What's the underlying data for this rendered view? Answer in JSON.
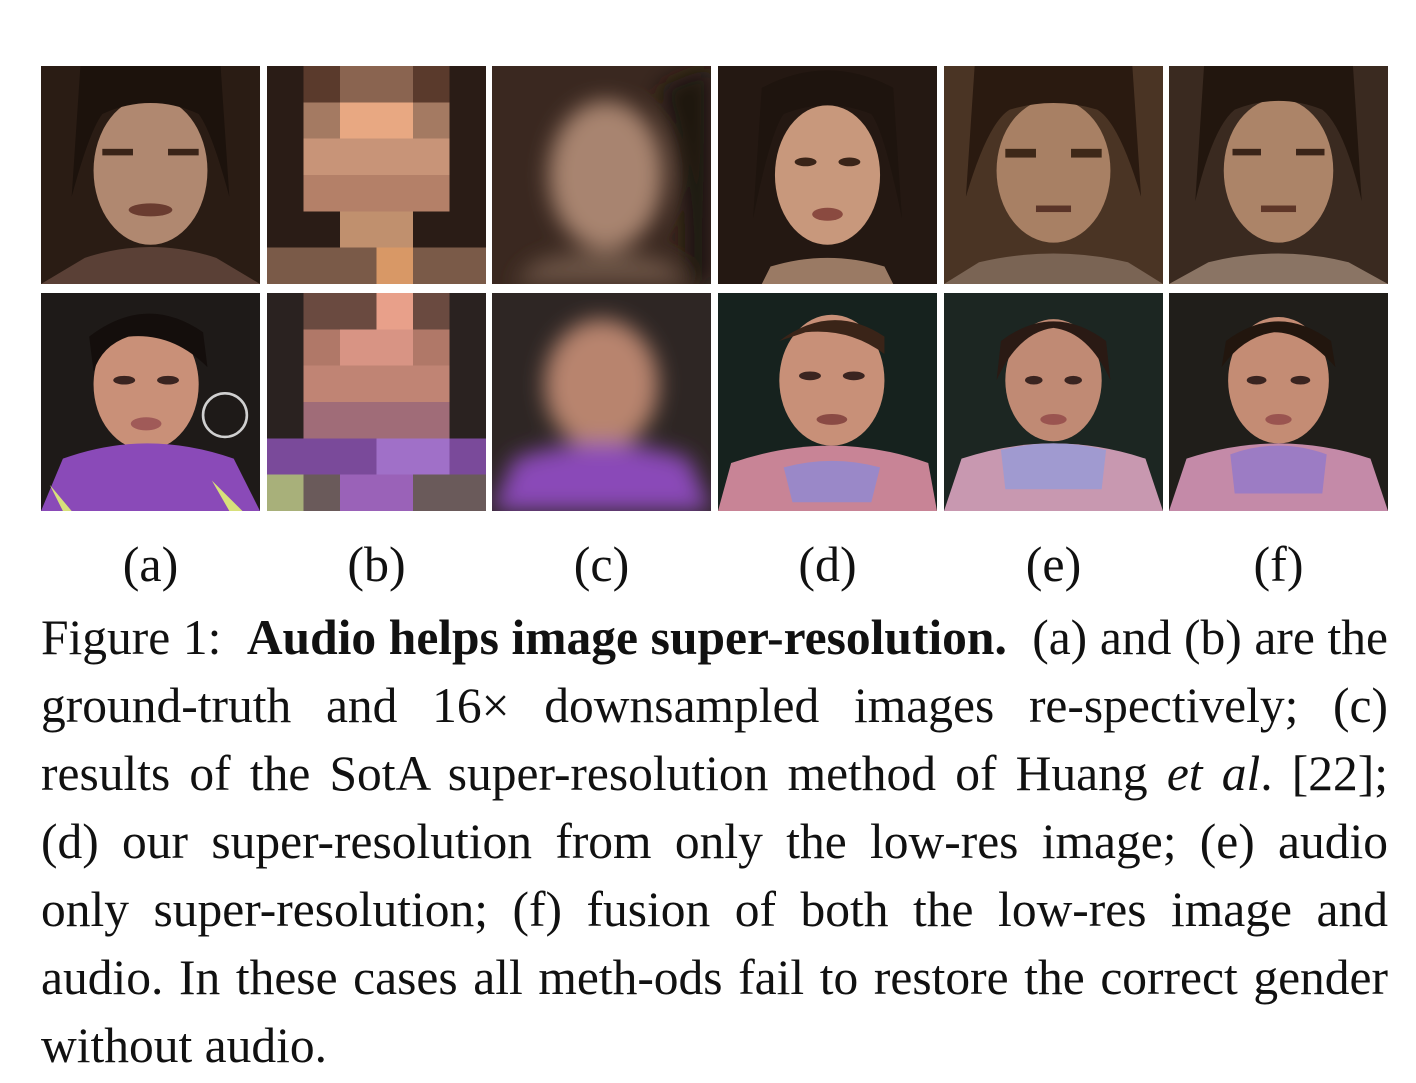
{
  "panel_labels": [
    "(a)",
    "(b)",
    "(c)",
    "(d)",
    "(e)",
    "(f)"
  ],
  "caption": {
    "figure_label": "Figure 1:",
    "title": "Audio helps image super-resolution.",
    "seg1": "(a) and (b) are the ground-truth and 16× downsampled images re-spectively; (c) results of the SotA super-resolution method of Huang",
    "et_al": "et al",
    "seg2": ". [22]; (d) our super-resolution from only the low-res image; (e) audio only super-resolution; (f) fusion of both the low-res image and audio. In these cases all meth-ods fail to restore the correct gender without audio."
  },
  "colors": {
    "row1_skin": "#b08870",
    "row1_hair": "#2a1c14",
    "row2_skin": "#c99078",
    "scarf_purple": "#8a4ab8",
    "bg_dark": "#1e1a18"
  }
}
